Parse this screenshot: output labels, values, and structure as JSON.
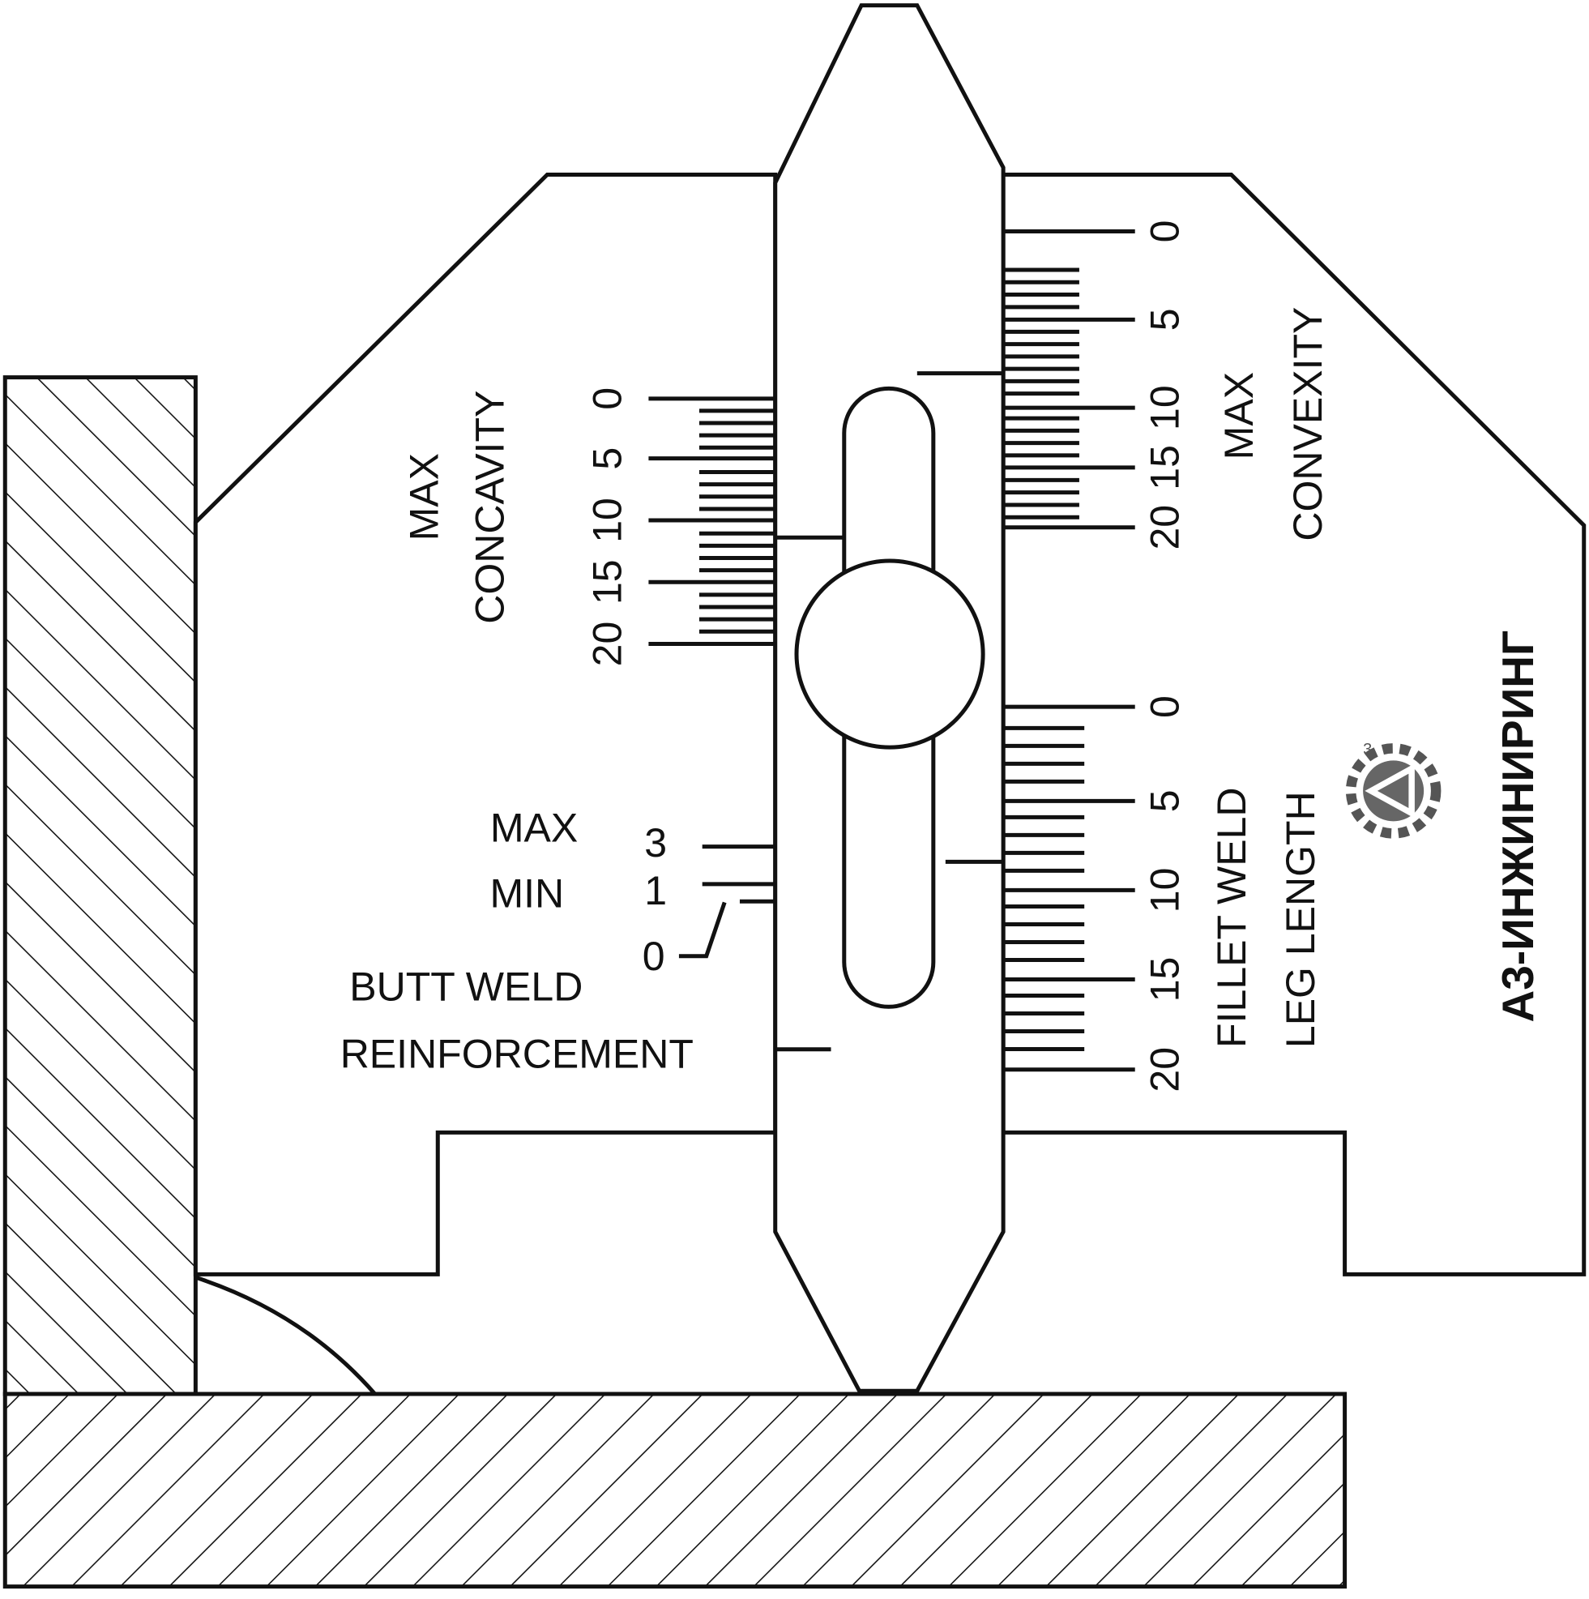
{
  "labels": {
    "max_concavity": [
      "MAX",
      "CONCAVITY"
    ],
    "max_convexity": [
      "MAX",
      "CONVEXITY"
    ],
    "fillet": [
      "FILLET WELD",
      "LEG LENGTH"
    ],
    "butt_max": "MAX",
    "butt_min": "MIN",
    "butt_title": [
      "BUTT WELD",
      "REINFORCEMENT"
    ],
    "brand": "А3-ИНЖИНИРИНГ",
    "logo_text": "А3"
  },
  "scales": {
    "concavity": [
      "0",
      "5",
      "10",
      "15",
      "20"
    ],
    "convexity": [
      "0",
      "5",
      "10",
      "15",
      "20"
    ],
    "fillet": [
      "0",
      "5",
      "10",
      "15",
      "20"
    ],
    "butt": [
      "3",
      "1",
      "0"
    ]
  },
  "colors": {
    "line": "#111111",
    "logo": "#555555"
  }
}
